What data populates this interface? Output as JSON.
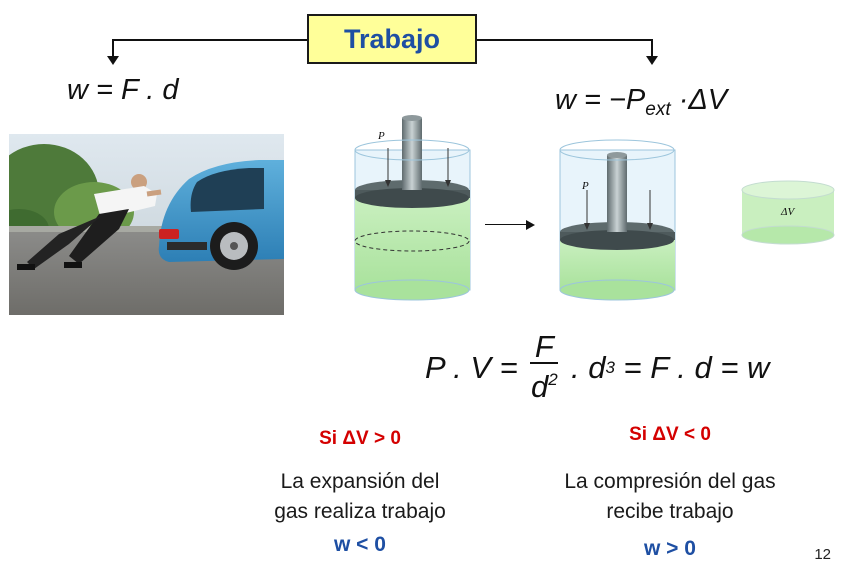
{
  "slide": {
    "title": "Trabajo",
    "formula_left": "w = F . d",
    "formula_right_prefix": "w = −P",
    "formula_right_sub": "ext",
    "formula_right_suffix": " ·ΔV",
    "equation": {
      "lhs": "P . V = ",
      "frac_num": "F",
      "frac_den": "d",
      "frac_den_exp": "2",
      "mid": " . d",
      "mid_exp": "3",
      "rhs": " = F . d = w"
    },
    "diagram_labels": {
      "pressure_1": "P",
      "pressure_2": "P",
      "delta_v": "ΔV"
    },
    "left_case": {
      "condition": "Si ΔV > 0",
      "line1": "La expansión del",
      "line2": "gas realiza trabajo",
      "result": "w < 0"
    },
    "right_case": {
      "condition": "Si ΔV < 0",
      "line1": "La compresión del gas",
      "line2": "recibe trabajo",
      "result": "w > 0"
    },
    "page_number": "12"
  }
}
